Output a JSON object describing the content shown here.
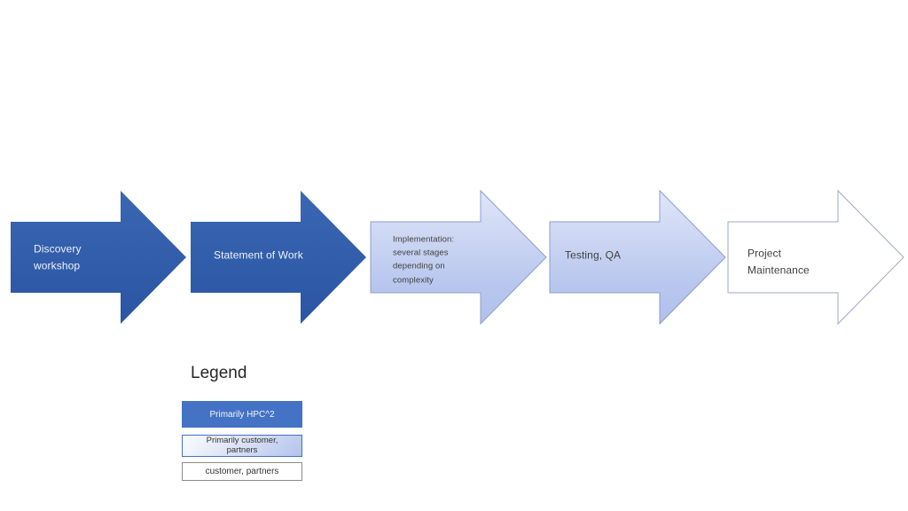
{
  "flow": {
    "steps": [
      {
        "label": "Discovery\nworkshop",
        "style": "solid-dark"
      },
      {
        "label": "Statement of Work",
        "style": "solid-dark"
      },
      {
        "label": "Implementation:\nseveral stages\ndepending on\ncomplexity",
        "style": "gradient-light"
      },
      {
        "label": "Testing, QA",
        "style": "gradient-light"
      },
      {
        "label": "Project\nMaintenance",
        "style": "outline-white"
      }
    ]
  },
  "legend": {
    "title": "Legend",
    "items": [
      {
        "label": "Primarily HPC^2",
        "style": "solid-dark"
      },
      {
        "label": "Primarily customer,\npartners",
        "style": "gradient-light"
      },
      {
        "label": "customer, partners",
        "style": "outline-white"
      }
    ]
  },
  "colors": {
    "arrow_dark_top": "#3a66b2",
    "arrow_dark_bottom": "#2b55a3",
    "arrow_light_top": "#e0e6f8",
    "arrow_light_bottom": "#afc0ea",
    "arrow_light_border": "#8d9cce",
    "arrow_white_border": "#9ca9c2",
    "legend_solid_fill": "#4472c4",
    "text_on_dark": "#eef2fa",
    "text_on_light": "#3f3f3f",
    "title_text": "#262626",
    "background": "#ffffff"
  }
}
